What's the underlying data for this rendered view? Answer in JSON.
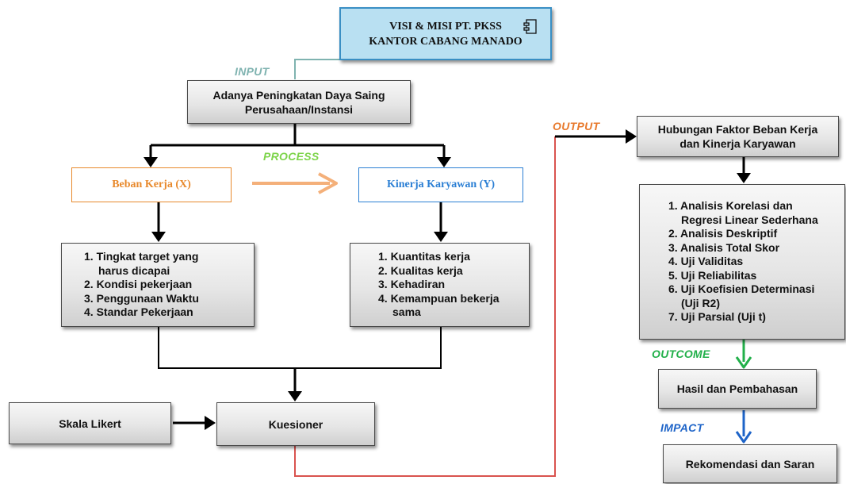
{
  "colors": {
    "input": "#7fb3b0",
    "process": "#7dd44a",
    "output": "#e8792c",
    "outcome": "#22b04a",
    "impact": "#1e64c8",
    "beban": "#e8892c",
    "kinerja": "#2b7fd4",
    "visi_fill": "#b9e0f2",
    "red_line": "#d9534f"
  },
  "nodes": {
    "visi": {
      "line1": "VISI & MISI PT. PKSS",
      "line2": "KANTOR CABANG MANADO",
      "icon": "uml-component-icon"
    },
    "daya_saing": {
      "line1": "Adanya Peningkatan Daya Saing",
      "line2": "Perusahaan/Instansi"
    },
    "beban": "Beban Kerja (X)",
    "kinerja": "Kinerja Karyawan (Y)",
    "indikator_x": [
      "1. Tingkat target yang",
      "harus dicapai",
      "2. Kondisi pekerjaan",
      "3. Penggunaan Waktu",
      "4. Standar Pekerjaan"
    ],
    "indikator_y": [
      "1. Kuantitas kerja",
      "2. Kualitas kerja",
      "3. Kehadiran",
      "4. Kemampuan bekerja",
      "sama"
    ],
    "skala": "Skala Likert",
    "kuesioner": "Kuesioner",
    "hubungan": {
      "line1": "Hubungan Faktor Beban Kerja",
      "line2": "dan Kinerja Karyawan"
    },
    "analisis": [
      "1. Analisis Korelasi dan",
      "Regresi Linear Sederhana",
      "2. Analisis Deskriptif",
      "3. Analisis Total Skor",
      "4. Uji Validitas",
      "5. Uji Reliabilitas",
      "6. Uji Koefisien Determinasi",
      "(Uji R2)",
      "7. Uji Parsial (Uji t)"
    ],
    "hasil": "Hasil dan Pembahasan",
    "rekomendasi": "Rekomendasi dan Saran"
  },
  "labels": {
    "input": "INPUT",
    "process": "PROCESS",
    "output": "OUTPUT",
    "outcome": "OUTCOME",
    "impact": "IMPACT"
  }
}
